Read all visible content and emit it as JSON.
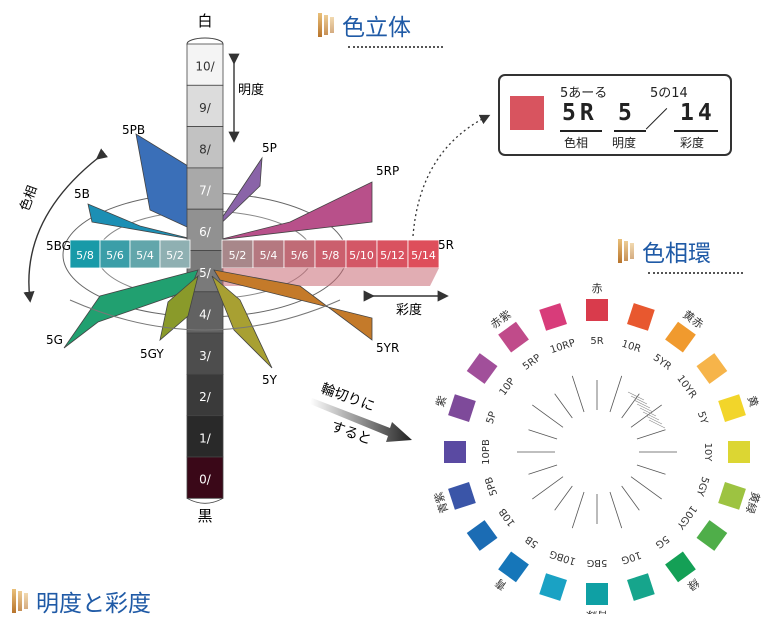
{
  "headings": {
    "solid": "色立体",
    "ring": "色相環",
    "bottom": "明度と彩度"
  },
  "notation": {
    "reading_hue": "5あーる",
    "reading_rest": "5の14",
    "hue": "5R",
    "slash": "／",
    "value": "5",
    "chroma": "14",
    "hue_label": "色相",
    "value_label": "明度",
    "chroma_label": "彩度",
    "swatch_color": "#d8545f"
  },
  "solid": {
    "top_label": "白",
    "bottom_label": "黒",
    "value_axis_label": "明度",
    "hue_axis_label": "色相",
    "chroma_axis_label": "彩度",
    "values": [
      {
        "label": "10/",
        "color": "#f4f4f4"
      },
      {
        "label": "9/",
        "color": "#dcdcdc"
      },
      {
        "label": "8/",
        "color": "#c2c2c2"
      },
      {
        "label": "7/",
        "color": "#a9a9a9"
      },
      {
        "label": "6/",
        "color": "#919191"
      },
      {
        "label": "5/",
        "color": "#7a7a7a"
      },
      {
        "label": "4/",
        "color": "#626262"
      },
      {
        "label": "3/",
        "color": "#4d4d4d"
      },
      {
        "label": "2/",
        "color": "#3a3a3a"
      },
      {
        "label": "1/",
        "color": "#292929"
      },
      {
        "label": "0/",
        "color": "#3a0818"
      }
    ],
    "left_chroma": [
      "5/8",
      "5/6",
      "5/4",
      "5/2"
    ],
    "right_chroma": [
      "5/2",
      "5/4",
      "5/6",
      "5/8",
      "5/10",
      "5/12",
      "5/14"
    ],
    "right_colors": [
      "#a8878a",
      "#b57880",
      "#c06b76",
      "#cb5f6d",
      "#d35766",
      "#d95260",
      "#de4e5b"
    ],
    "left_colors": [
      "#189aa8",
      "#3b9ea8",
      "#62a6ab",
      "#8fb0b2"
    ],
    "hue_planes": [
      {
        "label": "5PB",
        "color": "#3a6fb8"
      },
      {
        "label": "5P",
        "color": "#8a64a8"
      },
      {
        "label": "5RP",
        "color": "#b8508a"
      },
      {
        "label": "5B",
        "color": "#1c8fb4"
      },
      {
        "label": "5BG",
        "color": "#1fa0a0"
      },
      {
        "label": "5R",
        "color": "#d8545f"
      },
      {
        "label": "5G",
        "color": "#21a070"
      },
      {
        "label": "5YR",
        "color": "#c47a2a"
      },
      {
        "label": "5GY",
        "color": "#8a9a2a"
      },
      {
        "label": "5Y",
        "color": "#a8a032"
      }
    ],
    "cut_caption_1": "輪切りに",
    "cut_caption_2": "すると"
  },
  "ring": [
    {
      "code": "5R",
      "name": "赤",
      "color": "#d93b4c"
    },
    {
      "code": "10R",
      "name": "",
      "color": "#e8582f"
    },
    {
      "code": "5YR",
      "name": "黄赤",
      "color": "#f09a2e"
    },
    {
      "code": "10YR",
      "name": "",
      "color": "#f6b44a"
    },
    {
      "code": "5Y",
      "name": "黄",
      "color": "#f2d52a"
    },
    {
      "code": "10Y",
      "name": "",
      "color": "#dcd633"
    },
    {
      "code": "5GY",
      "name": "黄緑",
      "color": "#9dc341"
    },
    {
      "code": "10GY",
      "name": "",
      "color": "#4fae49"
    },
    {
      "code": "5G",
      "name": "緑",
      "color": "#14a056"
    },
    {
      "code": "10G",
      "name": "",
      "color": "#16a58c"
    },
    {
      "code": "5BG",
      "name": "青緑",
      "color": "#0fa0a4"
    },
    {
      "code": "10BG",
      "name": "",
      "color": "#1aa2c4"
    },
    {
      "code": "5B",
      "name": "青",
      "color": "#1676b9"
    },
    {
      "code": "10B",
      "name": "",
      "color": "#1b6cb4"
    },
    {
      "code": "5PB",
      "name": "青紫",
      "color": "#3a55a8"
    },
    {
      "code": "10PB",
      "name": "",
      "color": "#5a4aa2"
    },
    {
      "code": "5P",
      "name": "紫",
      "color": "#7e4a9a"
    },
    {
      "code": "10P",
      "name": "",
      "color": "#a14f9a"
    },
    {
      "code": "5RP",
      "name": "赤紫",
      "color": "#c04b8a"
    },
    {
      "code": "10RP",
      "name": "",
      "color": "#d83c7a"
    }
  ]
}
